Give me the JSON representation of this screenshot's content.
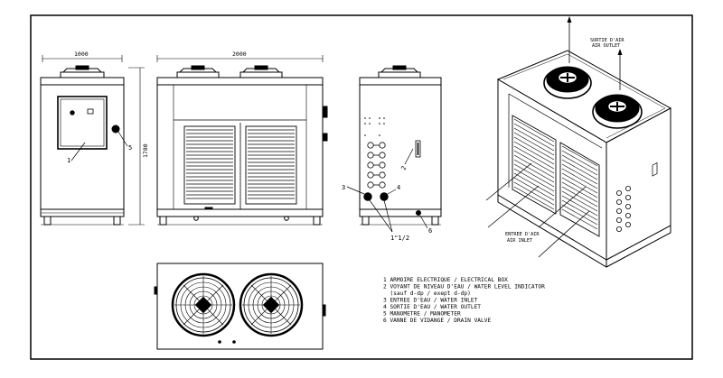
{
  "dimensions": {
    "width_side": "1000",
    "width_front": "2000",
    "height": "1780"
  },
  "callouts": {
    "c1": "1",
    "c2": "2",
    "c3": "3",
    "c4": "4",
    "c5": "5",
    "c6": "6",
    "pipe_size": "1\"1/2"
  },
  "iso_labels": {
    "outlet_line1": "SORTIE D'AIR",
    "outlet_line2": "AIR OUTLET",
    "inlet_line1": "ENTREE D'AIR",
    "inlet_line2": "AIR INLET"
  },
  "legend": [
    "1 ARMOIRE ELECTRIQUE / ELECTRICAL BOX",
    "2 VOYANT DE NIVEAU D'EAU / WATER LEVEL INDICATOR",
    "  (sauf d-dp / exept d-dp)",
    "3 ENTREE D'EAU / WATER INLET",
    "4 SORTIE D'EAU / WATER OUTLET",
    "5 MANOMETRE / MANOMETER",
    "6 VANNE DE VIDANGE / DRAIN VALVE"
  ],
  "colors": {
    "line": "#000000",
    "paper": "#ffffff"
  }
}
